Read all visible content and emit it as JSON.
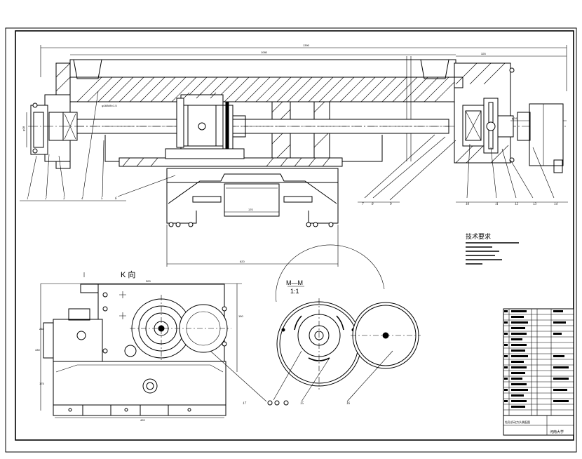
{
  "drawing": {
    "view_k_label": "K 向",
    "section_label": "M—M",
    "section_scale": "1:1",
    "tech_req_title": "技术要求",
    "dims": {
      "overall": "1390",
      "upper": "1080",
      "right_top": "325",
      "base": "620",
      "center_w": "170",
      "shaft_note": "φ16/M8×1.5",
      "left_h": "φ28",
      "right_dim": "φ24",
      "k_top": "300",
      "k_left": "430",
      "k_right": "150",
      "k_side_a": "268",
      "k_side_b": "175",
      "k_bottom": "420"
    },
    "parts_top": [
      "1",
      "2",
      "3",
      "4",
      "5",
      "6",
      "7",
      "8",
      "9",
      "10",
      "11",
      "12",
      "13",
      "14"
    ],
    "section_parts": [
      "15",
      "16",
      "17"
    ],
    "title_block": {
      "drawing_name": "钻孔机动力头装配图",
      "school": "河南大学"
    }
  }
}
